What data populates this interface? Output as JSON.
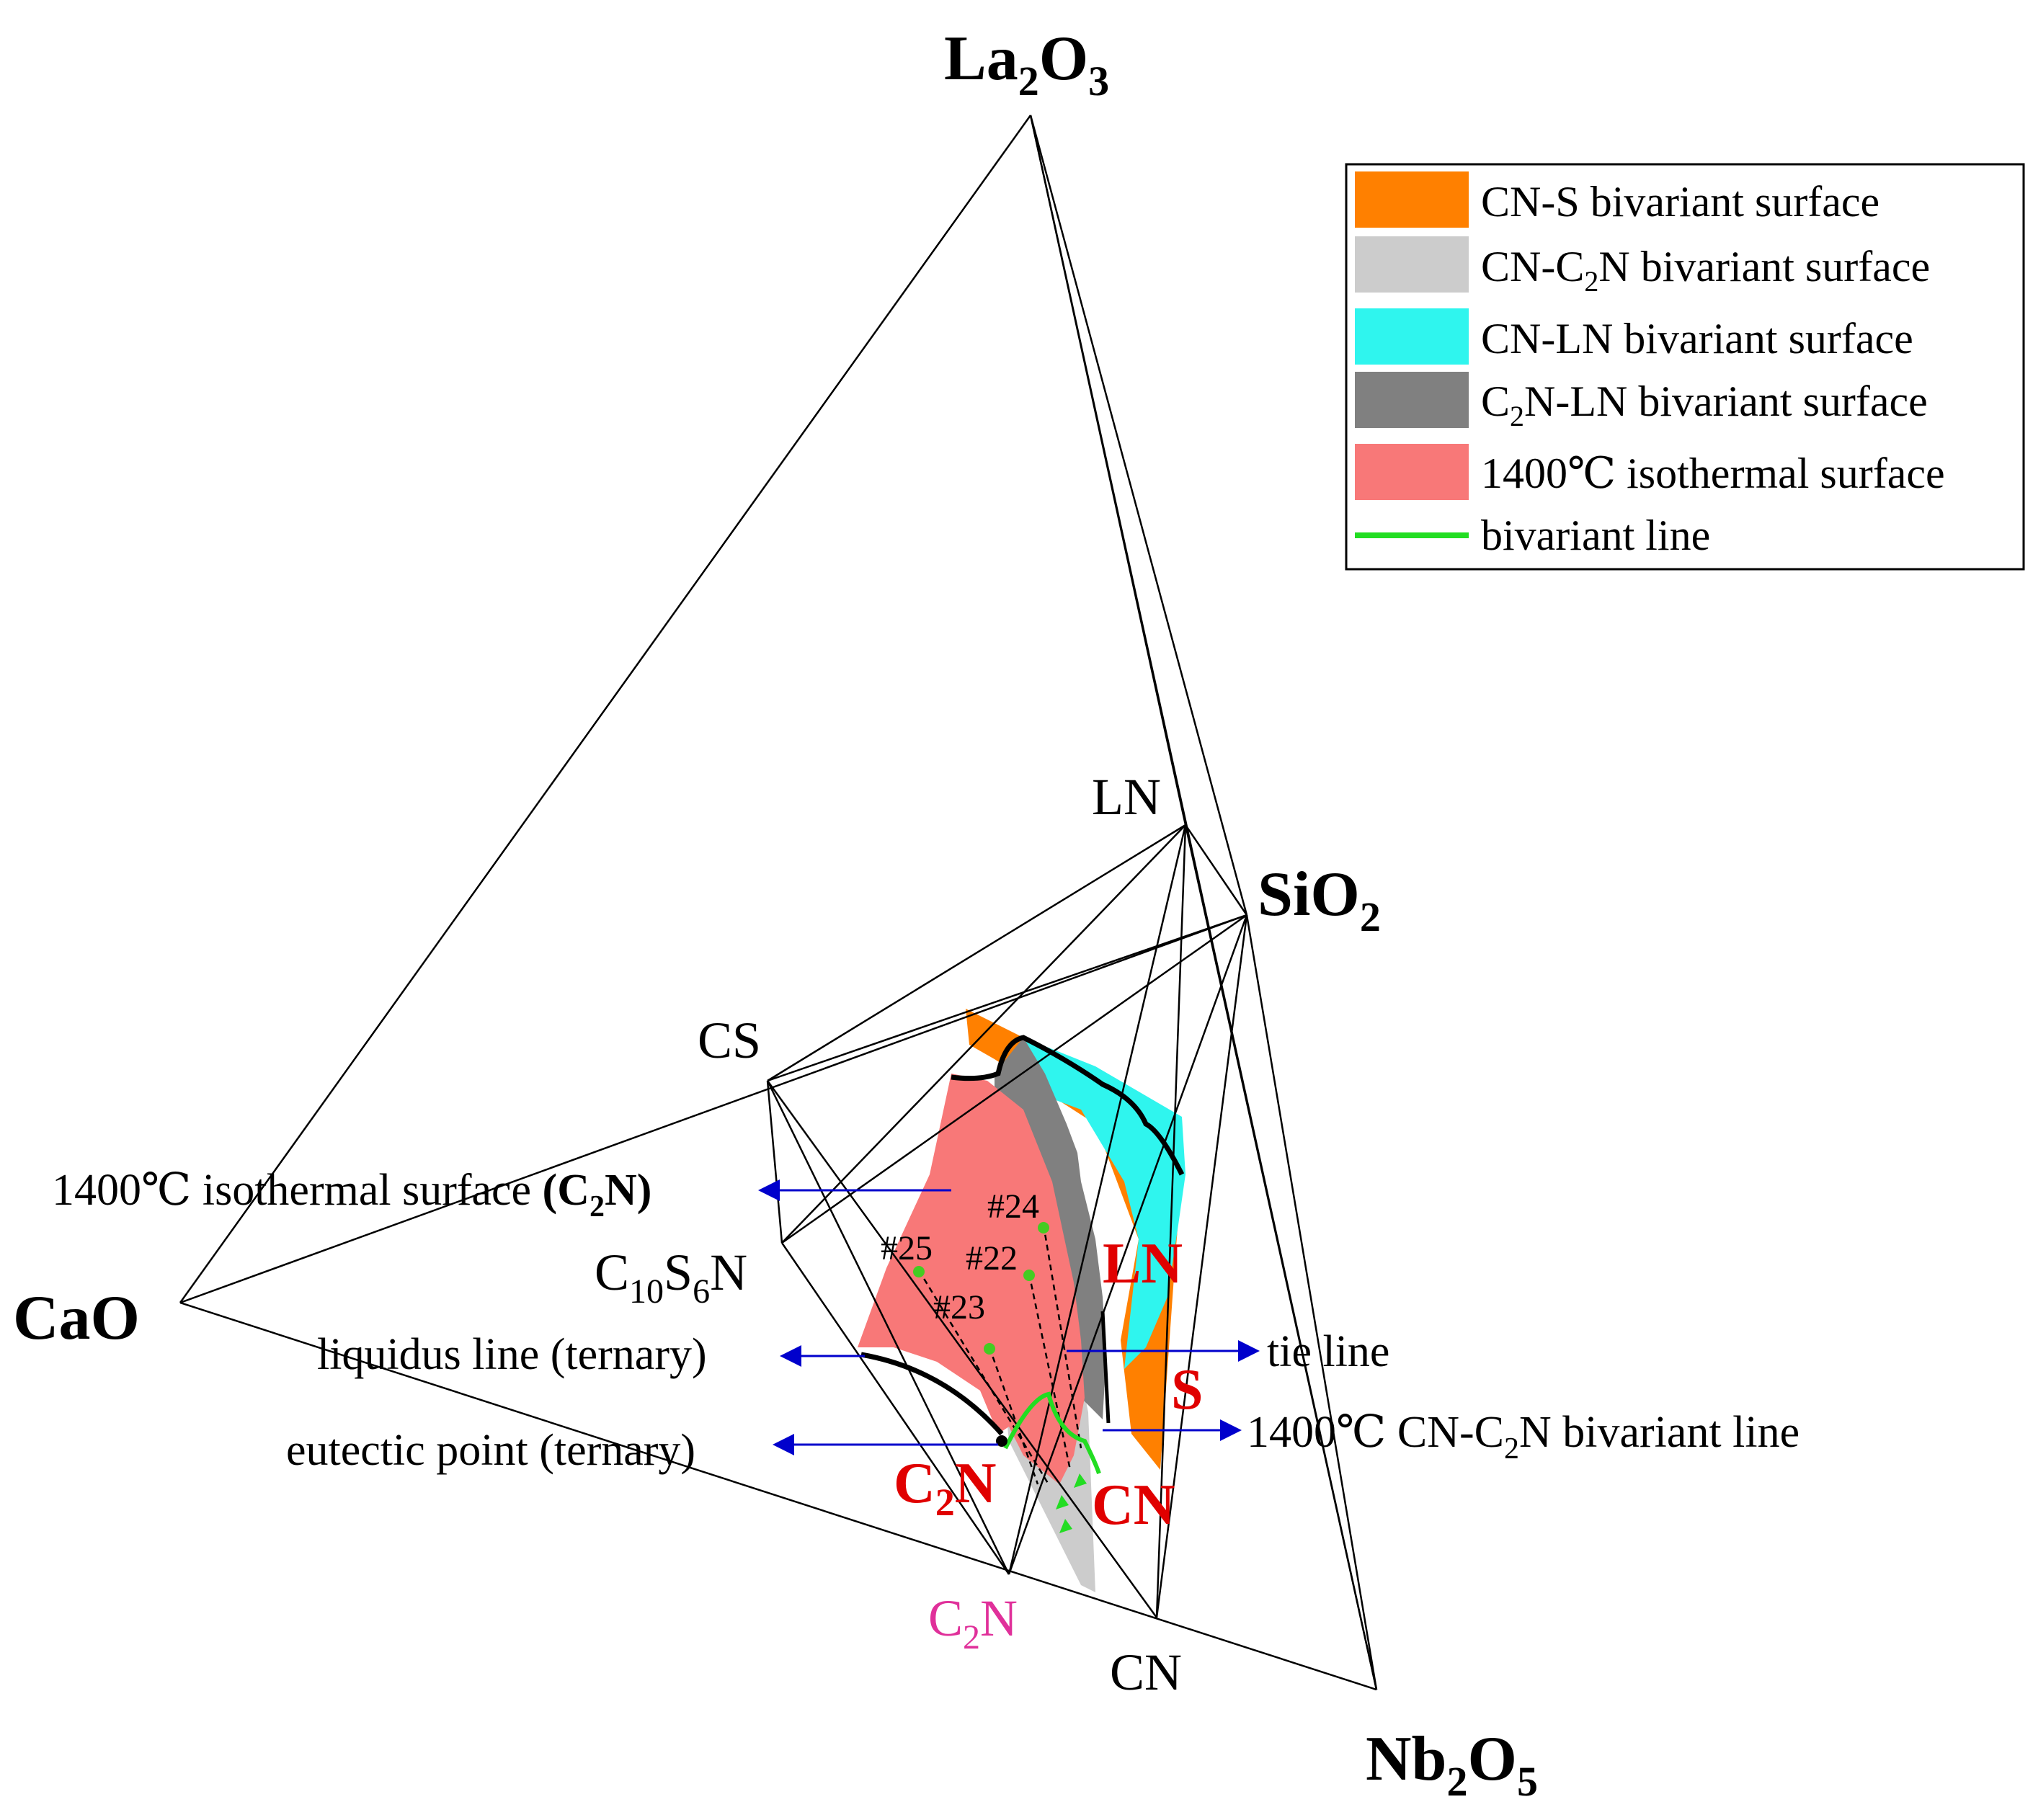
{
  "vertices": {
    "la2o3": {
      "main": "La",
      "sub1": "2",
      "mid": "O",
      "sub2": "3"
    },
    "sio2": {
      "main": "SiO",
      "sub1": "2"
    },
    "cao": {
      "main": "CaO"
    },
    "nb2o5": {
      "main": "Nb",
      "sub1": "2",
      "mid": "O",
      "sub2": "5"
    }
  },
  "compounds": {
    "ln": "LN",
    "cs": "CS",
    "c10s6n": {
      "a": "C",
      "b": "10",
      "c": "S",
      "d": "6",
      "e": "N"
    },
    "c2n_pink": {
      "a": "C",
      "b": "2",
      "c": "N"
    },
    "cn": "CN"
  },
  "phase_labels": {
    "ln": "LN",
    "s": "S",
    "c2n": {
      "a": "C",
      "b": "2",
      "c": "N"
    },
    "cn": "CN"
  },
  "points": [
    "#24",
    "#25",
    "#22",
    "#23"
  ],
  "annotations": {
    "isothermal_c2n": {
      "pre": "1400℃ isothermal surface ",
      "open": "(C",
      "sub": "2",
      "close": "N)"
    },
    "liquidus": "liquidus line (ternary)",
    "eutectic": "eutectic point (ternary)",
    "tie_line": "tie line",
    "bivariant_line": {
      "pre": "1400℃ CN-C",
      "sub": "2",
      "post": "N bivariant line"
    }
  },
  "legend": {
    "items": [
      {
        "text": "CN-S bivariant surface",
        "color": "#ff8000"
      },
      {
        "text_a": "CN-C",
        "text_sub": "2",
        "text_b": "N bivariant surface",
        "color": "#cccccc"
      },
      {
        "text": "CN-LN bivariant surface",
        "color": "#2ff5ee"
      },
      {
        "text_a": "C",
        "text_sub": "2",
        "text_b": "N-LN bivariant surface",
        "color": "#808080"
      },
      {
        "text": "1400℃ isothermal surface",
        "color": "#f87878"
      },
      {
        "text": "bivariant line",
        "color": "#22dd22"
      }
    ]
  },
  "colors": {
    "arrow": "#0000cc",
    "phase_label": "#e00000",
    "c2n_pink": "#e0309a",
    "point": "#44cc22",
    "bivariant_line": "#22dd22"
  }
}
